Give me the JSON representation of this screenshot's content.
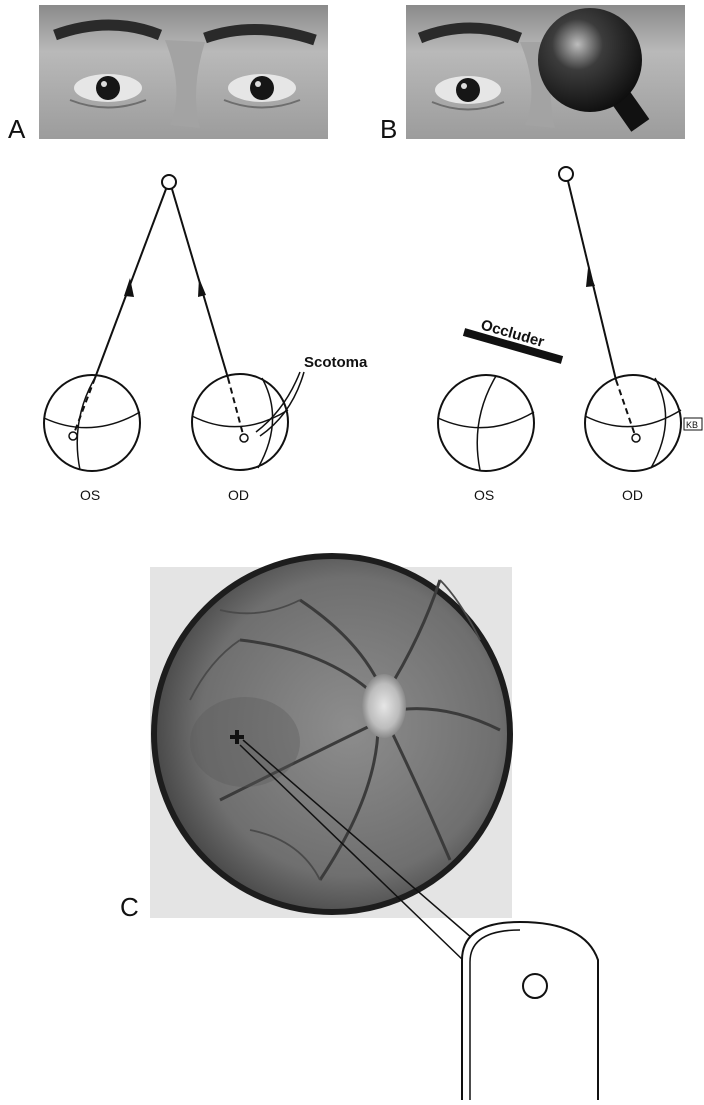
{
  "panels": {
    "a": {
      "letter": "A",
      "left_eye_label": "OS",
      "right_eye_label": "OD",
      "callout": "Scotoma"
    },
    "b": {
      "letter": "B",
      "left_eye_label": "OS",
      "right_eye_label": "OD",
      "occluder_label": "Occluder",
      "corner_mark": "KB"
    },
    "c": {
      "letter": "C"
    }
  }
}
